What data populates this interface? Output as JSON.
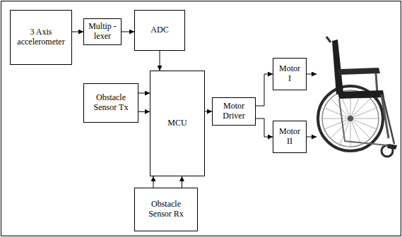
{
  "diagram": {
    "nodes": [
      {
        "text": [
          "3 Axis accelerometer"
        ]
      },
      {
        "text": [
          "Multip -lexer"
        ]
      },
      {
        "text": [
          "ADC"
        ]
      },
      {
        "text": [
          "Obstacle Sensor Tx"
        ]
      },
      {
        "text": [
          "MCU"
        ]
      },
      {
        "text": [
          "Obstacle Sensor Rx"
        ]
      },
      {
        "text": [
          "Motor Driver"
        ]
      },
      {
        "text": [
          "Motor I"
        ]
      },
      {
        "text": [
          "Motor II"
        ]
      }
    ],
    "edges": [
      {
        "from": 0,
        "to": 1,
        "arrow": "to"
      },
      {
        "from": 1,
        "to": 2,
        "arrow": "to"
      },
      {
        "from": 2,
        "to": 4,
        "arrow": "to"
      },
      {
        "from": 3,
        "to": 4,
        "arrow": "to"
      },
      {
        "from": 3,
        "to": 4,
        "arrow": "to"
      },
      {
        "from": 5,
        "to": 4,
        "arrow": "to"
      },
      {
        "from": 5,
        "to": 4,
        "arrow": "to"
      },
      {
        "from": 4,
        "to": 6,
        "arrow": "to"
      },
      {
        "from": 6,
        "to": 7,
        "arrow": "to"
      },
      {
        "from": 6,
        "to": 8,
        "arrow": "to"
      }
    ]
  }
}
